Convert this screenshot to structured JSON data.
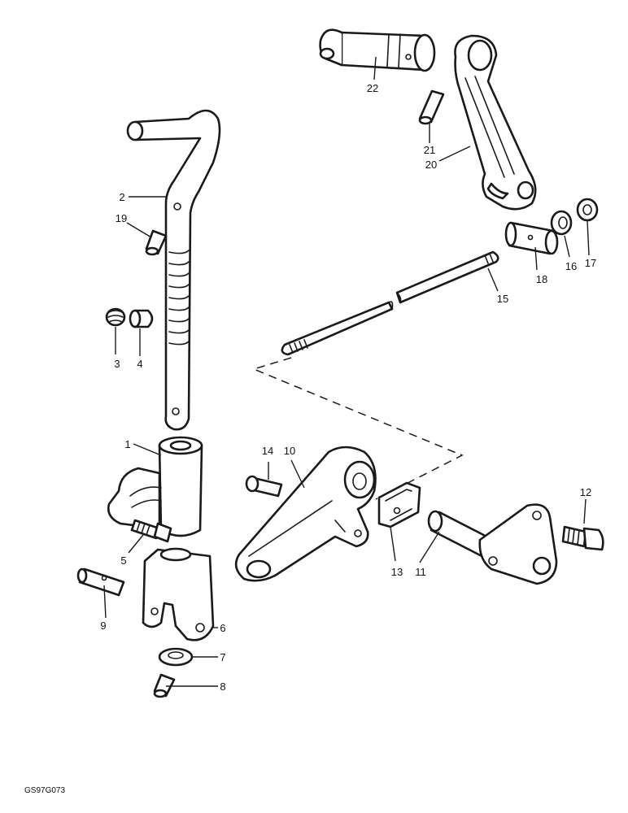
{
  "figure_code": "GS97G073",
  "callouts": [
    "1",
    "2",
    "3",
    "4",
    "5",
    "6",
    "7",
    "8",
    "9",
    "10",
    "11",
    "12",
    "13",
    "14",
    "15",
    "16",
    "17",
    "18",
    "19",
    "20",
    "21",
    "22"
  ]
}
